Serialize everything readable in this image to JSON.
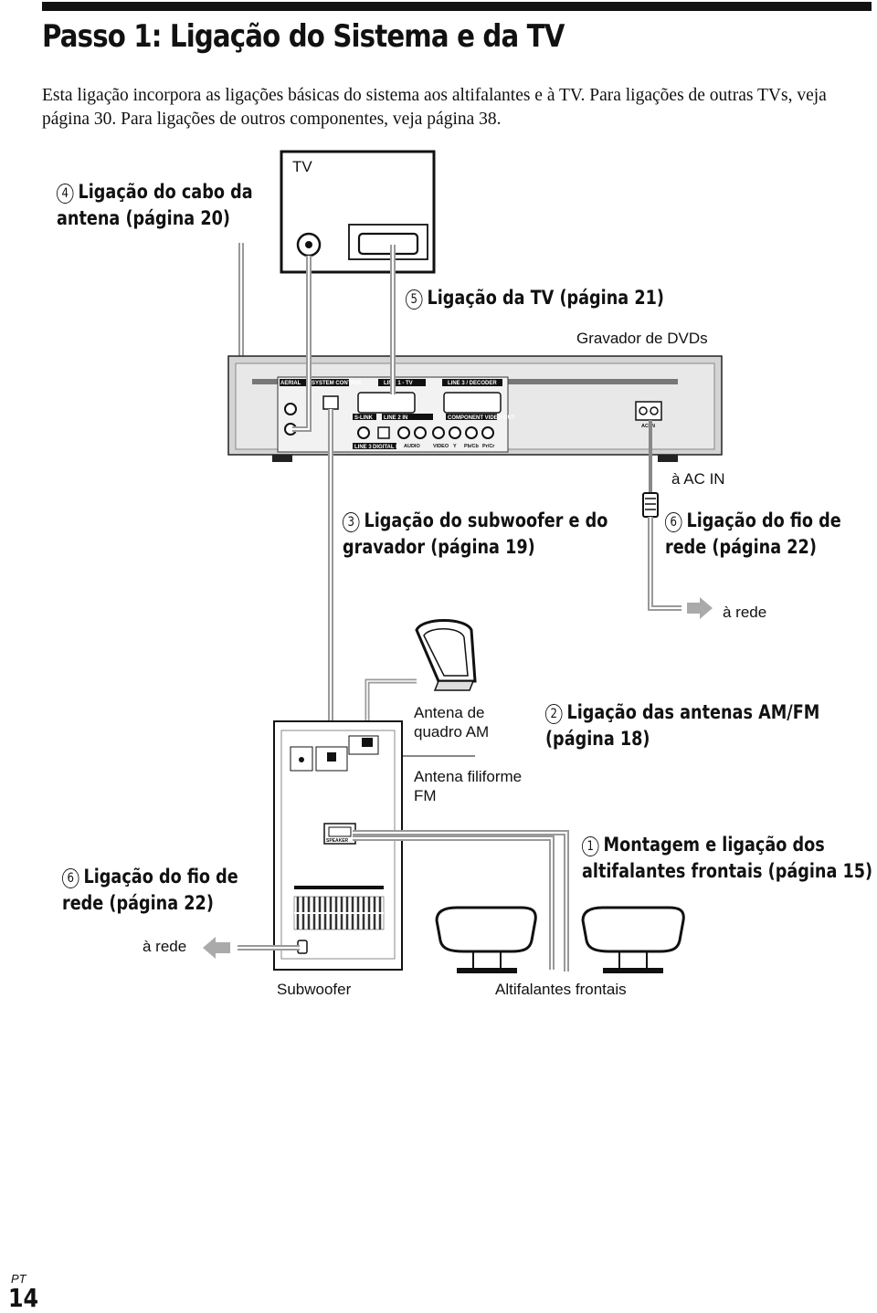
{
  "page": {
    "title": "Passo 1: Ligação do Sistema e da TV",
    "intro": "Esta ligação incorpora as ligações básicas do sistema aos altifalantes e à TV. Para ligações de outras TVs, veja página 30. Para ligações de outros componentes, veja página 38.",
    "language": "PT",
    "page_number": "14"
  },
  "diagram": {
    "labels": {
      "tv": "TV",
      "dvd_recorder": "Gravador de DVDs",
      "to_ac_in": "à AC IN",
      "to_mains_right": "à rede",
      "am_antenna_1": "Antena de",
      "am_antenna_2": "quadro AM",
      "fm_antenna_1": "Antena filiforme",
      "fm_antenna_2": "FM",
      "to_mains_left": "à rede",
      "subwoofer": "Subwoofer",
      "front_speakers": "Altifalantes frontais"
    },
    "steps": {
      "s4": {
        "num": "4",
        "line1": "Ligação do cabo da",
        "line2": "antena (página 20)"
      },
      "s5": {
        "num": "5",
        "line1": "Ligação da TV (página 21)"
      },
      "s3": {
        "num": "3",
        "line1": "Ligação do subwoofer e do",
        "line2": "gravador (página 19)"
      },
      "s6a": {
        "num": "6",
        "line1": "Ligação do fio de",
        "line2": "rede (página 22)"
      },
      "s2": {
        "num": "2",
        "line1": "Ligação das antenas AM/FM",
        "line2": "(página 18)"
      },
      "s1": {
        "num": "1",
        "line1": "Montagem e ligação dos",
        "line2": "altifalantes frontais (página 15)"
      },
      "s6b": {
        "num": "6",
        "line1": "Ligação do fio de",
        "line2": "rede (página 22)"
      }
    },
    "panel_text": {
      "aerial": "AERIAL",
      "system_control": "SYSTEM CONTROL",
      "line1_tv": "LINE 1 - TV",
      "line3_decoder": "LINE 3 / DECODER",
      "s_link": "S-LINK",
      "line2_in": "LINE 2 IN",
      "component_video_out": "COMPONENT VIDEO OUT",
      "line3": "LINE 3",
      "digital_in": "DIGITAL IN",
      "audio": "AUDIO",
      "video": "VIDEO",
      "y": "Y",
      "pb_cb": "Pb/Cb",
      "pr_cr": "Pr/Cr",
      "ac_in": "AC IN",
      "speaker": "SPEAKER"
    }
  }
}
